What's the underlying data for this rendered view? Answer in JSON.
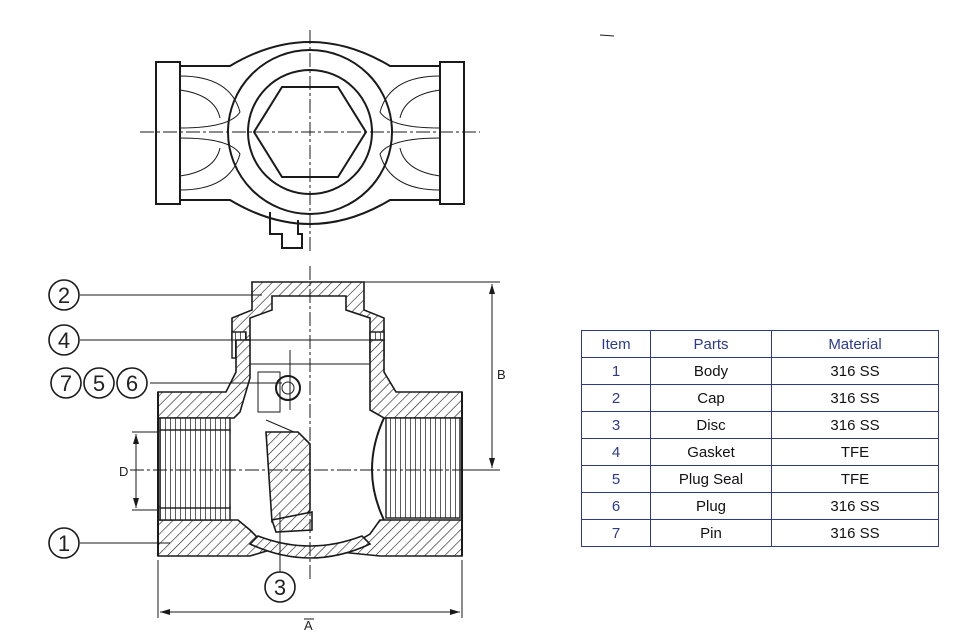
{
  "callouts": [
    {
      "id": "2",
      "label": "2"
    },
    {
      "id": "4",
      "label": "4"
    },
    {
      "id": "7",
      "label": "7"
    },
    {
      "id": "5",
      "label": "5"
    },
    {
      "id": "6",
      "label": "6"
    },
    {
      "id": "1",
      "label": "1"
    },
    {
      "id": "3",
      "label": "3"
    }
  ],
  "dimensions": {
    "b": "B",
    "d": "D",
    "a": "A"
  },
  "table": {
    "headers": {
      "item": "Item",
      "parts": "Parts",
      "material": "Material"
    },
    "rows": [
      {
        "item": "1",
        "part": "Body",
        "material": "316 SS"
      },
      {
        "item": "2",
        "part": "Cap",
        "material": "316 SS"
      },
      {
        "item": "3",
        "part": "Disc",
        "material": "316 SS"
      },
      {
        "item": "4",
        "part": "Gasket",
        "material": "TFE"
      },
      {
        "item": "5",
        "part": "Plug Seal",
        "material": "TFE"
      },
      {
        "item": "6",
        "part": "Plug",
        "material": "316 SS"
      },
      {
        "item": "7",
        "part": "Pin",
        "material": "316 SS"
      }
    ],
    "colors": {
      "border": "#2b3a8c",
      "header_text": "#2b3a8c"
    }
  }
}
